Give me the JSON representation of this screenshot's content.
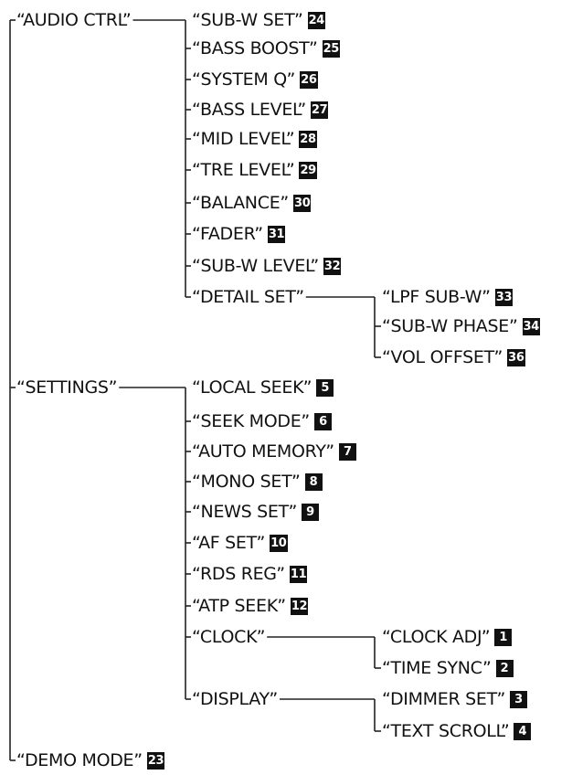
{
  "menu": [
    {
      "label": "“AUDIO CTRL”",
      "children": [
        {
          "label": "“SUB-W SET”",
          "badge": "24"
        },
        {
          "label": "“BASS BOOST”",
          "badge": "25"
        },
        {
          "label": "“SYSTEM Q”",
          "badge": "26"
        },
        {
          "label": "“BASS LEVEL”",
          "badge": "27"
        },
        {
          "label": "“MID LEVEL”",
          "badge": "28"
        },
        {
          "label": "“TRE LEVEL”",
          "badge": "29"
        },
        {
          "label": "“BALANCE”",
          "badge": "30"
        },
        {
          "label": "“FADER”",
          "badge": "31"
        },
        {
          "label": "“SUB-W LEVEL”",
          "badge": "32"
        },
        {
          "label": "“DETAIL SET”",
          "badge": "",
          "children": [
            {
              "label": "“LPF SUB-W”",
              "badge": "33"
            },
            {
              "label": "“SUB-W PHASE”",
              "badge": "34"
            },
            {
              "label": "“VOL OFFSET”",
              "badge": "36"
            }
          ]
        }
      ]
    },
    {
      "label": "“SETTINGS”",
      "children": [
        {
          "label": "“LOCAL SEEK”",
          "badge": "5"
        },
        {
          "label": "“SEEK MODE”",
          "badge": "6"
        },
        {
          "label": "“AUTO MEMORY”",
          "badge": "7"
        },
        {
          "label": "“MONO SET”",
          "badge": "8"
        },
        {
          "label": "“NEWS SET”",
          "badge": "9"
        },
        {
          "label": "“AF SET”",
          "badge": "10"
        },
        {
          "label": "“RDS REG”",
          "badge": "11"
        },
        {
          "label": "“ATP SEEK”",
          "badge": "12"
        },
        {
          "label": "“CLOCK”",
          "badge": "",
          "children": [
            {
              "label": "“CLOCK ADJ”",
              "badge": "1"
            },
            {
              "label": "“TIME SYNC”",
              "badge": "2"
            }
          ]
        },
        {
          "label": "“DISPLAY”",
          "badge": "",
          "children": [
            {
              "label": "“DIMMER SET”",
              "badge": "3"
            },
            {
              "label": "“TEXT SCROLL”",
              "badge": "4"
            }
          ]
        }
      ]
    },
    {
      "label": "“DEMO MODE”",
      "badge": "23"
    }
  ]
}
